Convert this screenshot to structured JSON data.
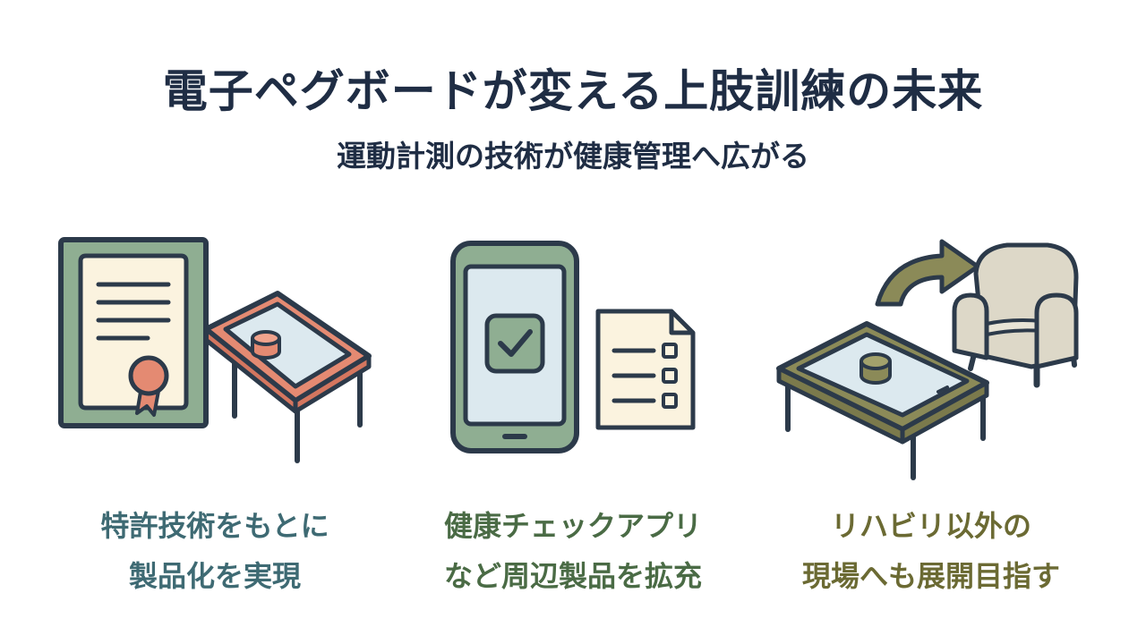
{
  "header": {
    "title": "電子ペグボードが変える上肢訓練の未来",
    "subtitle": "運動計測の技術が健康管理へ広がる"
  },
  "panels": [
    {
      "line1": "特許技術をもとに",
      "line2": "製品化を実現",
      "icons": [
        "certificate-icon",
        "peg-board-icon"
      ],
      "color": "#3e6a73"
    },
    {
      "line1": "健康チェックアプリ",
      "line2": "など周辺製品を拡充",
      "icons": [
        "smartphone-check-icon",
        "checklist-document-icon"
      ],
      "color": "#4a6b45"
    },
    {
      "line1": "リハビリ以外の",
      "line2": "現場へも展開目指す",
      "icons": [
        "peg-board-icon",
        "arrow-icon",
        "armchair-icon"
      ],
      "color": "#6b6a33"
    }
  ],
  "colors": {
    "outline": "#2c3a4a",
    "green": "#8fae92",
    "salmon": "#e48a72",
    "paper": "#fbf3df",
    "screen": "#dce9ef",
    "olive": "#8b8a58",
    "chair": "#ddd8c8"
  }
}
